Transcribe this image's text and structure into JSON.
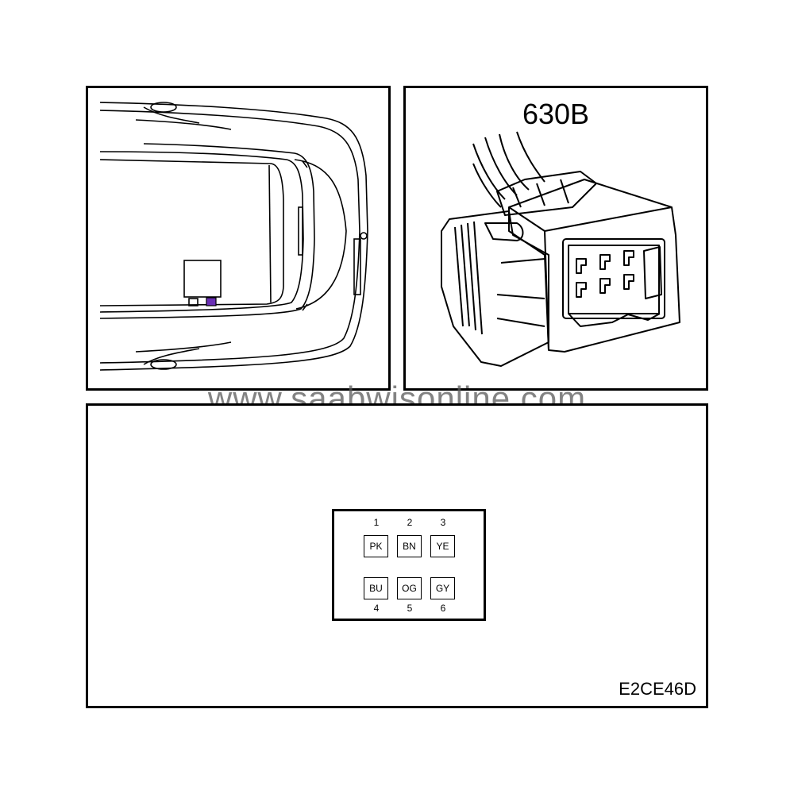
{
  "connector": {
    "id": "630B"
  },
  "watermark": "www.saabwisonline.com",
  "pinout": {
    "pins": [
      {
        "number": "1",
        "color": "PK"
      },
      {
        "number": "2",
        "color": "BN"
      },
      {
        "number": "3",
        "color": "YE"
      },
      {
        "number": "4",
        "color": "BU"
      },
      {
        "number": "5",
        "color": "OG"
      },
      {
        "number": "6",
        "color": "GY"
      }
    ]
  },
  "figure_code": "E2CE46D",
  "colors": {
    "line": "#000000",
    "highlight": "#6a2fb5"
  },
  "icons": [
    "car-top-view-drawing",
    "connector-630b-drawing"
  ]
}
